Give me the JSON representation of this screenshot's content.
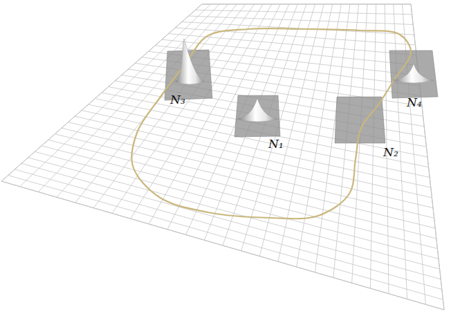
{
  "diagram": {
    "labels": [
      "N₃",
      "N₁",
      "N₄",
      "N₂"
    ]
  }
}
